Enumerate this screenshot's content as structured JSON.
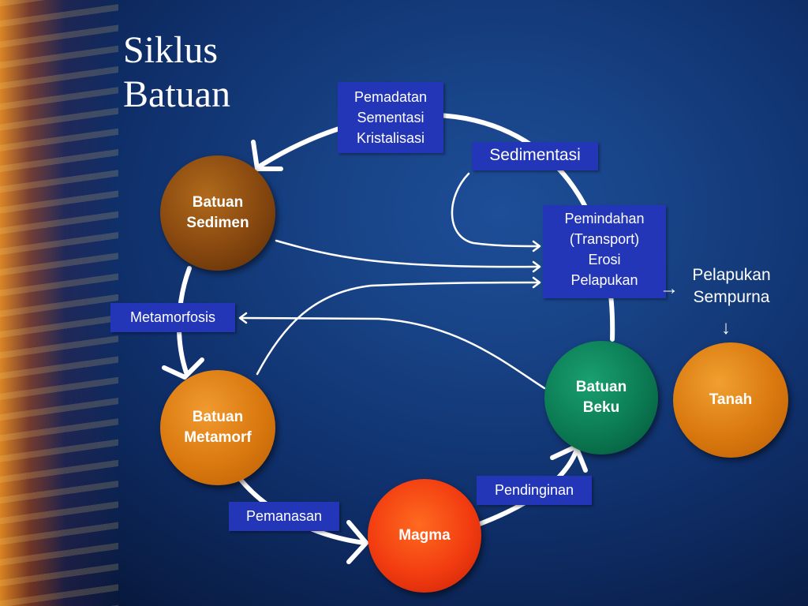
{
  "title": {
    "line1": "Siklus",
    "line2": "Batuan"
  },
  "nodes": {
    "batuan_sedimen": [
      "Batuan",
      "Sedimen"
    ],
    "batuan_metamorf": [
      "Batuan",
      "Metamorf"
    ],
    "magma": "Magma",
    "batuan_beku": [
      "Batuan",
      "Beku"
    ],
    "tanah": "Tanah"
  },
  "labels": {
    "pemadatan": [
      "Pemadatan",
      "Sementasi",
      "Kristalisasi"
    ],
    "sedimentasi": "Sedimentasi",
    "pemindahan": [
      "Pemindahan",
      "(Transport)",
      "Erosi",
      "Pelapukan"
    ],
    "metamorfosis": "Metamorfosis",
    "pendinginan": "Pendinginan",
    "pemanasan": "Pemanasan",
    "pelapukan_sempurna": [
      "Pelapukan",
      "Sempurna"
    ]
  },
  "glyphs": {
    "arrow_right": "→",
    "arrow_down": "↓"
  },
  "colors": {
    "box": "#2436b8",
    "batuan_sedimen": "#8a4a10",
    "batuan_metamorf": "#d9780e",
    "magma": "#f23c10",
    "batuan_beku": "#0b7a52",
    "tanah": "#d9780e",
    "lines": "#ffffff"
  }
}
